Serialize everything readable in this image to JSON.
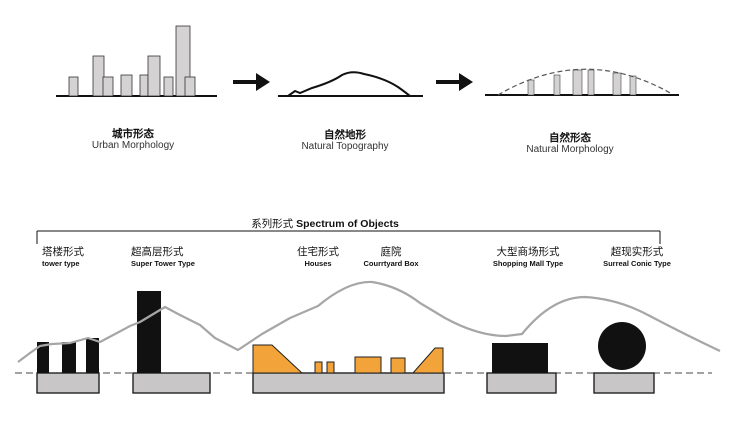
{
  "top_row": {
    "urban": {
      "zh": "城市形态",
      "en": "Urban Morphology"
    },
    "topography": {
      "zh": "自然地形",
      "en": "Natural Topography"
    },
    "natural": {
      "zh": "自然形态",
      "en": "Natural Morphology"
    }
  },
  "spectrum": {
    "title_zh": "系列形式",
    "title_en": "Spectrum of Objects",
    "types": [
      {
        "zh": "塔楼形式",
        "en": "tower type"
      },
      {
        "zh": "超高层形式",
        "en": "Super Tower Type"
      },
      {
        "zh": "住宅形式",
        "en": "Houses"
      },
      {
        "zh": "庭院",
        "en": "Courrtyard Box"
      },
      {
        "zh": "大型商场形式",
        "en": "Shopping Mall Type"
      },
      {
        "zh": "超现实形式",
        "en": "Surreal Conic Type"
      }
    ]
  },
  "colors": {
    "building": "#111111",
    "accent": "#f2a33a",
    "base": "#c8c6c6",
    "bar": "#d4d2d2",
    "profile": "#a6a6a6"
  }
}
